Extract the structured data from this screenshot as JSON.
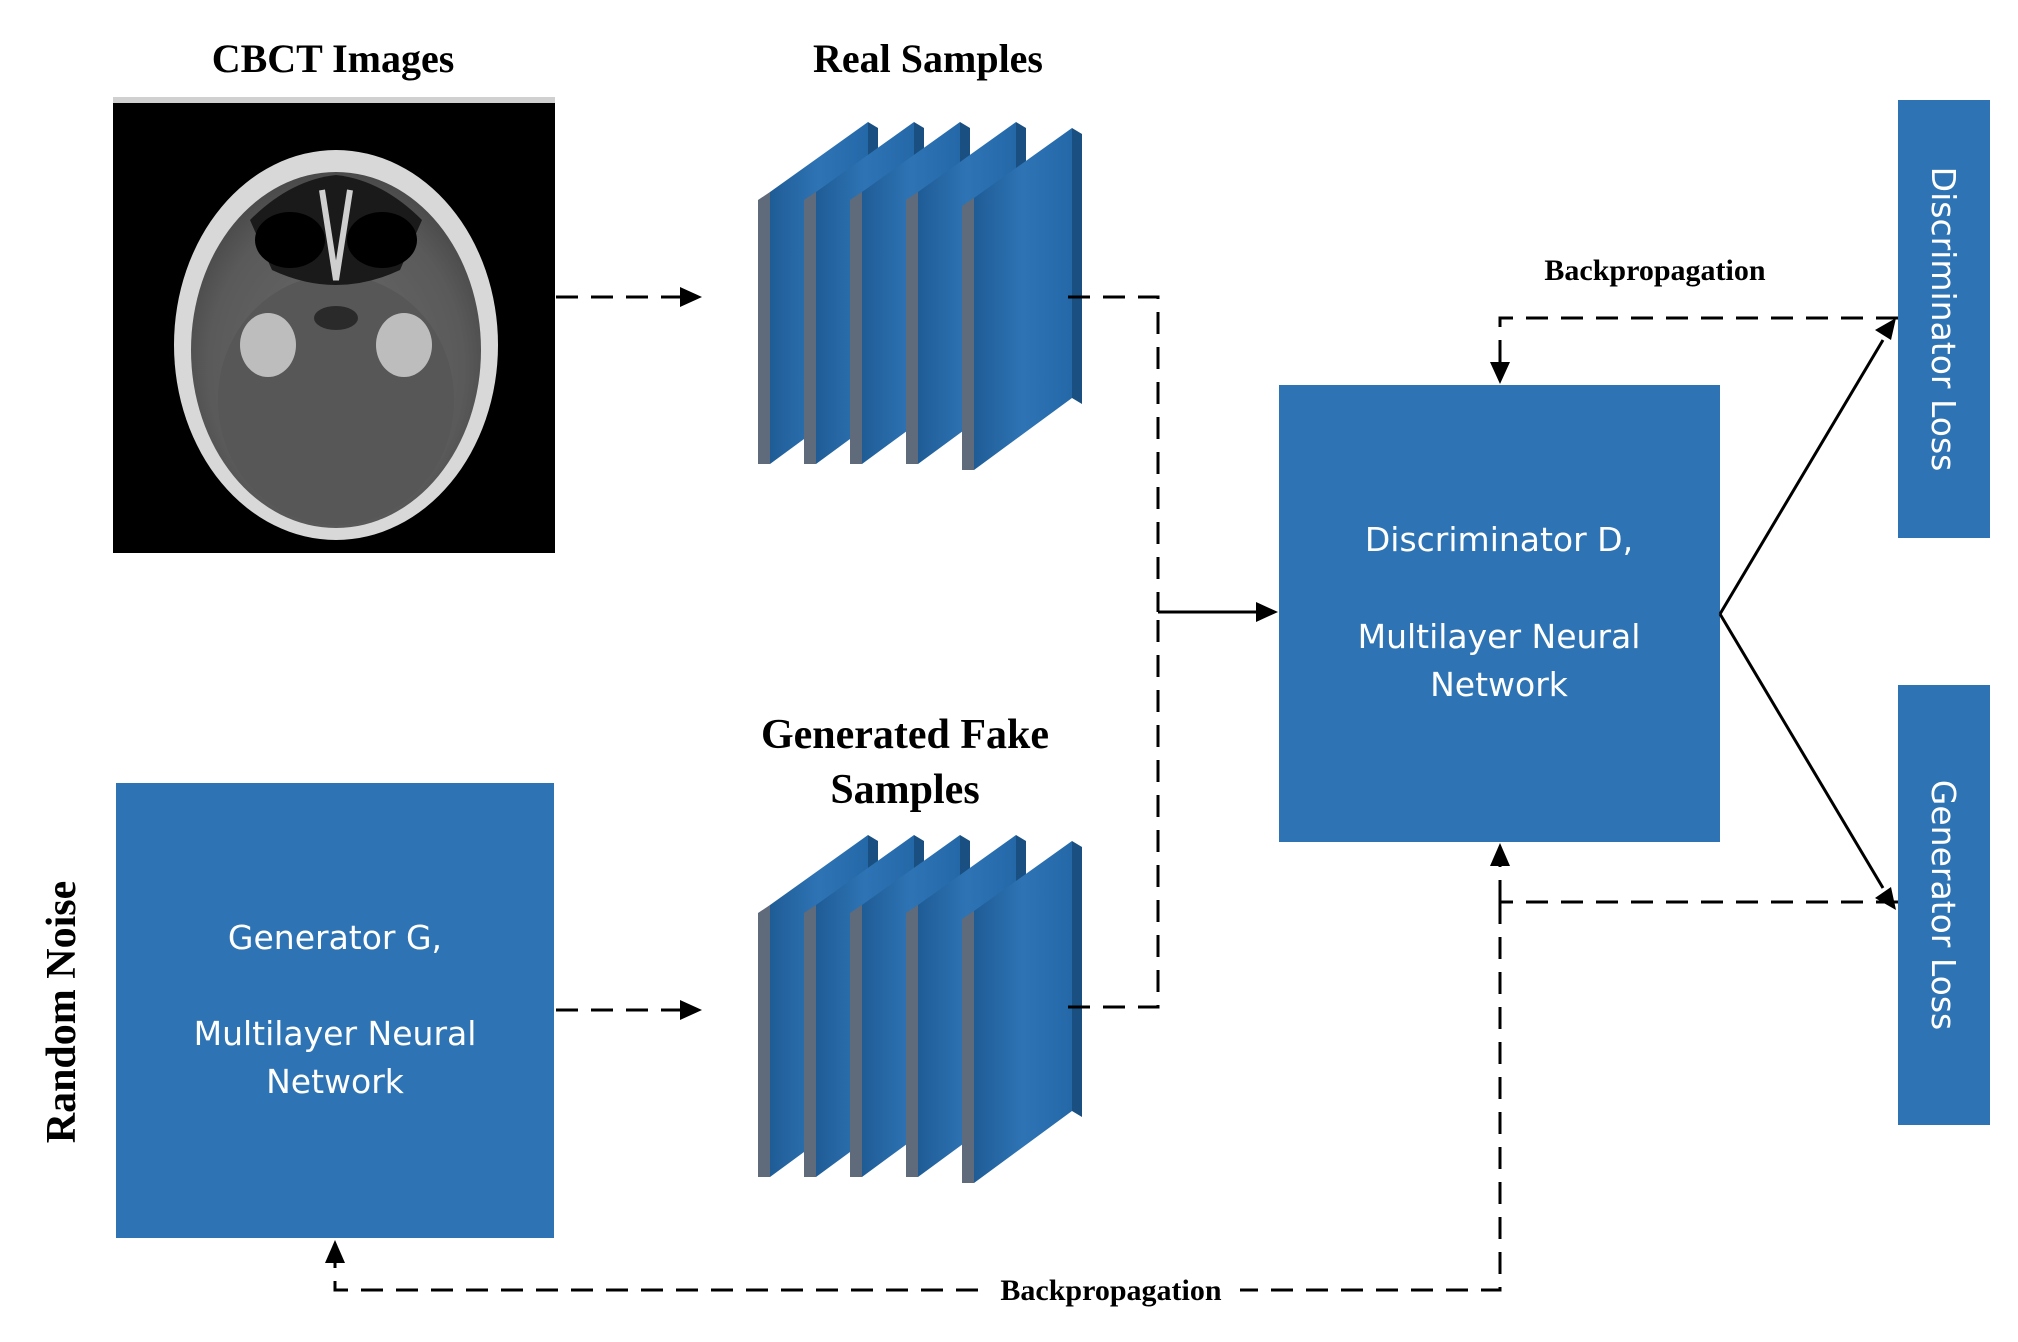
{
  "titles": {
    "cbct": "CBCT Images",
    "real": "Real Samples",
    "fake_line1": "Generated Fake",
    "fake_line2": "Samples",
    "noise": "Random Noise"
  },
  "generator": {
    "line1": "Generator G,",
    "line2": "Multilayer Neural",
    "line3": "Network"
  },
  "discriminator": {
    "line1": "Discriminator  D,",
    "line2": "Multilayer Neural",
    "line3": "Network"
  },
  "losses": {
    "discriminator": "Discriminator Loss",
    "generator": "Generator Loss"
  },
  "backprop": {
    "top": "Backpropagation",
    "bottom": "Backpropagation"
  },
  "colors": {
    "box_blue": "#2E74B5",
    "slab_dark": "#1F5C96",
    "slab_grey": "#5F6B7A",
    "line": "#000000"
  }
}
